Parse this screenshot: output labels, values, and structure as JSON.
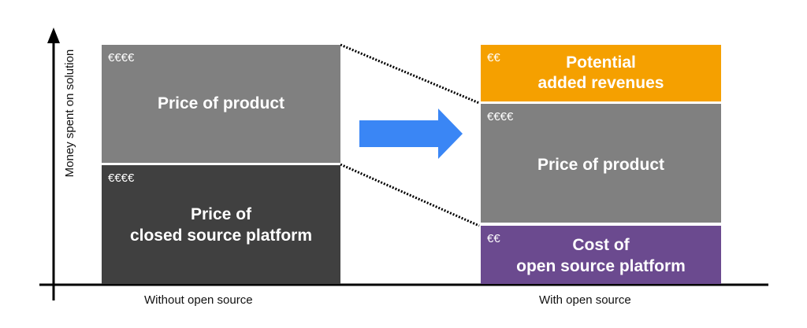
{
  "axis": {
    "y_label": "Money spent on solution"
  },
  "left": {
    "caption": "Without open source",
    "product": {
      "currency": "€€€€",
      "label": "Price of product",
      "color": "#808080"
    },
    "platform": {
      "currency": "€€€€",
      "label_line1": "Price of",
      "label_line2": "closed source platform",
      "color": "#404040"
    }
  },
  "right": {
    "caption": "With open source",
    "revenues": {
      "currency": "€€",
      "label_line1": "Potential",
      "label_line2": "added revenues",
      "color": "#f5a000"
    },
    "product": {
      "currency": "€€€€",
      "label": "Price of product",
      "color": "#808080"
    },
    "platform": {
      "currency": "€€",
      "label_line1": "Cost of",
      "label_line2": "open source platform",
      "color": "#6b4a8f"
    }
  },
  "arrow": {
    "color": "#3a86f5",
    "icon": "right-arrow-icon"
  }
}
